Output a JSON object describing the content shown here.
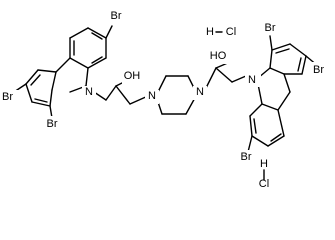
{
  "structure": {
    "atom_labels": {
      "br_top_left": "Br",
      "br_left": "Br",
      "br_left_bottom": "Br",
      "n_left": "N",
      "oh_left": "OH",
      "n_pip_left": "N",
      "n_pip_right": "N",
      "oh_right": "HO",
      "n_right": "N",
      "br_top_right": "Br",
      "br_right": "Br",
      "br_bottom_right": "Br"
    },
    "salts": [
      {
        "h": "H",
        "cl": "Cl"
      },
      {
        "h": "H",
        "cl": "Cl"
      }
    ]
  }
}
